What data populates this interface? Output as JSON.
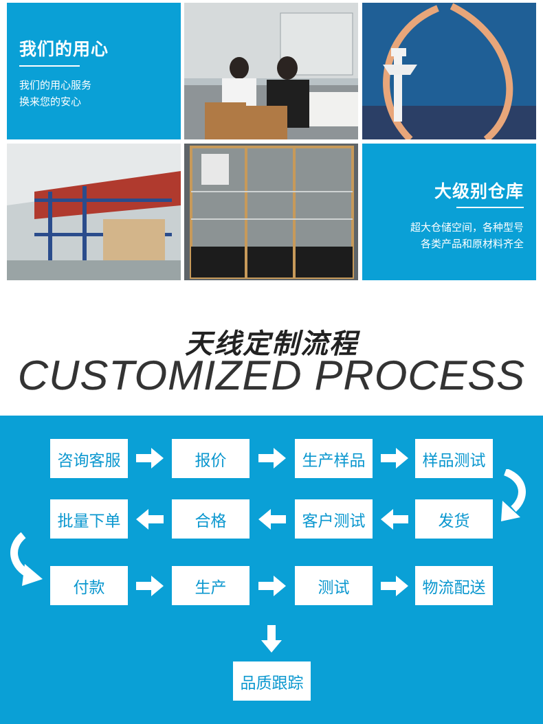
{
  "care": {
    "heading": "我们的用心",
    "lines": [
      "我们的用心服务",
      "换来您的安心"
    ]
  },
  "warehouse": {
    "heading": "大级别仓库",
    "lines": [
      "超大仓储空间，各种型号",
      "各类产品和原材料齐全"
    ]
  },
  "section": {
    "title_cn": "天线定制流程",
    "title_en": "CUSTOMIZED PROCESS"
  },
  "steps": [
    "咨询客服",
    "报价",
    "生产样品",
    "样品测试",
    "批量下单",
    "合格",
    "客户测试",
    "发货",
    "付款",
    "生产",
    "测试",
    "物流配送",
    "品质跟踪"
  ],
  "colors": {
    "brand_blue": "#0aa0d6",
    "step_text": "#0a97cf"
  }
}
